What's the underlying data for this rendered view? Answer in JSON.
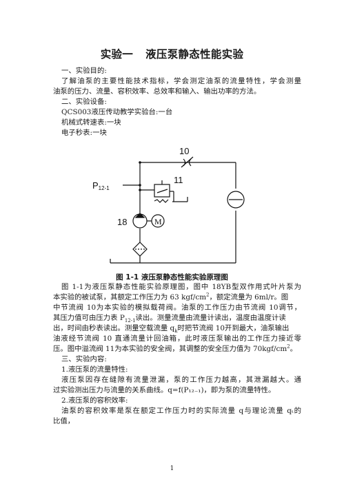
{
  "doc": {
    "title_part1": "实验一",
    "title_part2": "液压泵静态性能实验",
    "sec1_heading": "一、实验目的:",
    "sec1_line1": "了解油泵的主要性能技术指标，学会测定油泵的流量特性，学会测量",
    "sec1_line2": "油泵的压力、流量、容积效率、总效率和输入、输出功率的方法。",
    "sec2_heading": "二、实验设备:",
    "equip1": "QCS003液压传动教学实验台:一台",
    "equip2": "机械式转速表:一块",
    "equip3": "电子秒表:一块",
    "figure_caption": "图 1-1 液压泵静态性能实验原理图",
    "para1_line1": "图 1-1为液压泵静态性能实验原理图，图中 18YB型双作用式叶片泵为",
    "para1_line2a": "本实验的被试泵，其额定工作压力为 63 kgf/cm",
    "para1_line2_sup": "2",
    "para1_line2b": "，额定流量为 6ml/r。图",
    "para1_line3": "中节流阀 10为本实验的模拟载荷阀。油泵的工作压力由节流阀 10调节，",
    "para1_line4a": "其压力值可由压力表 P",
    "para1_line4_sub": "12-1",
    "para1_line4b": "读出。测量流量由流量计读出，温度由温度计读",
    "para1_line5a": "出，时间由秒表读出。测量空载流量 q",
    "para1_line5_sub": "k",
    "para1_line5b": "时把节流阀 10开到最大，油泵输出",
    "para1_line6": "油液经节流阀 10 直通流量计回油箱，此时液压泵输出的工作压力接近零",
    "para1_line7a": "压。图中溢流阀 11为本实验的安全阀，其调整的安全压力值为 70kgf/cm",
    "para1_line7_sup": "2",
    "para1_line7b": "。",
    "sec3_heading": "三、实验内容:",
    "item1_heading": "1.液压泵的流量特性:",
    "item1_line1": "液压泵因存在缝隙有流量泄漏，泵的工作压力越高，其泄漏越大。通",
    "item1_line2": "过实验测出压力与流量的关系曲线。q=f(P₁₂₋₁)，即为泵的流量特性。",
    "item2_heading": "2.液压泵的容积效率:",
    "item2_line1": "油泵的容积效率是泵在额定工作压力时的实际流量 q与理论流量 qₜ的",
    "item2_line2": "比值，",
    "page_number": "1"
  },
  "diagram": {
    "label_throttle": "10",
    "label_relief": "11",
    "label_gauge": "P",
    "label_gauge_sub": "12-1",
    "label_pump": "18",
    "label_motor": "M"
  }
}
